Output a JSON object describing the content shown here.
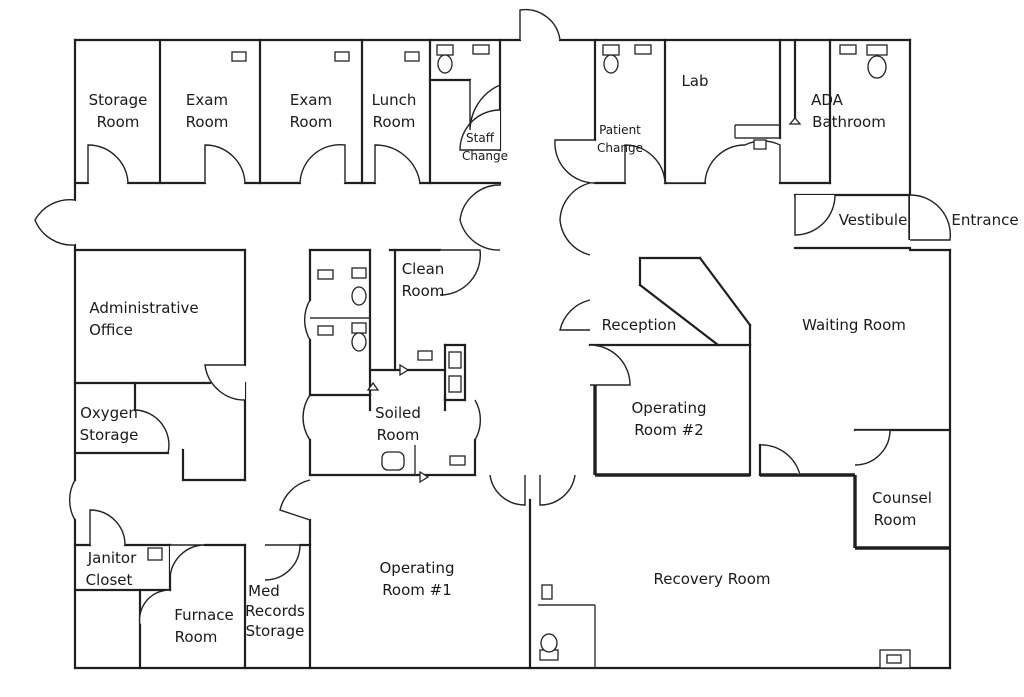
{
  "rooms": {
    "storage_room": [
      "Storage",
      "Room"
    ],
    "exam_room_1": [
      "Exam",
      "Room"
    ],
    "exam_room_2": [
      "Exam",
      "Room"
    ],
    "lunch_room": [
      "Lunch",
      "Room"
    ],
    "staff_change": [
      "Staff",
      "Change"
    ],
    "patient_change": [
      "Patient",
      "Change"
    ],
    "lab": [
      "Lab"
    ],
    "ada_bathroom": [
      "ADA",
      "Bathroom"
    ],
    "vestibule": [
      "Vestibule"
    ],
    "entrance": [
      "Entrance"
    ],
    "administrative_office": [
      "Administrative",
      "Office"
    ],
    "clean_room": [
      "Clean",
      "Room"
    ],
    "reception": [
      "Reception"
    ],
    "waiting_room": [
      "Waiting Room"
    ],
    "oxygen_storage": [
      "Oxygen",
      "Storage"
    ],
    "soiled_room": [
      "Soiled",
      "Room"
    ],
    "operating_room_2": [
      "Operating",
      "Room #2"
    ],
    "counsel_room": [
      "Counsel",
      "Room"
    ],
    "janitor_closet": [
      "Janitor",
      "Closet"
    ],
    "furnace_room": [
      "Furnace",
      "Room"
    ],
    "med_records_storage": [
      "Med",
      "Records",
      "Storage"
    ],
    "operating_room_1": [
      "Operating",
      "Room #1"
    ],
    "recovery_room": [
      "Recovery Room"
    ]
  }
}
